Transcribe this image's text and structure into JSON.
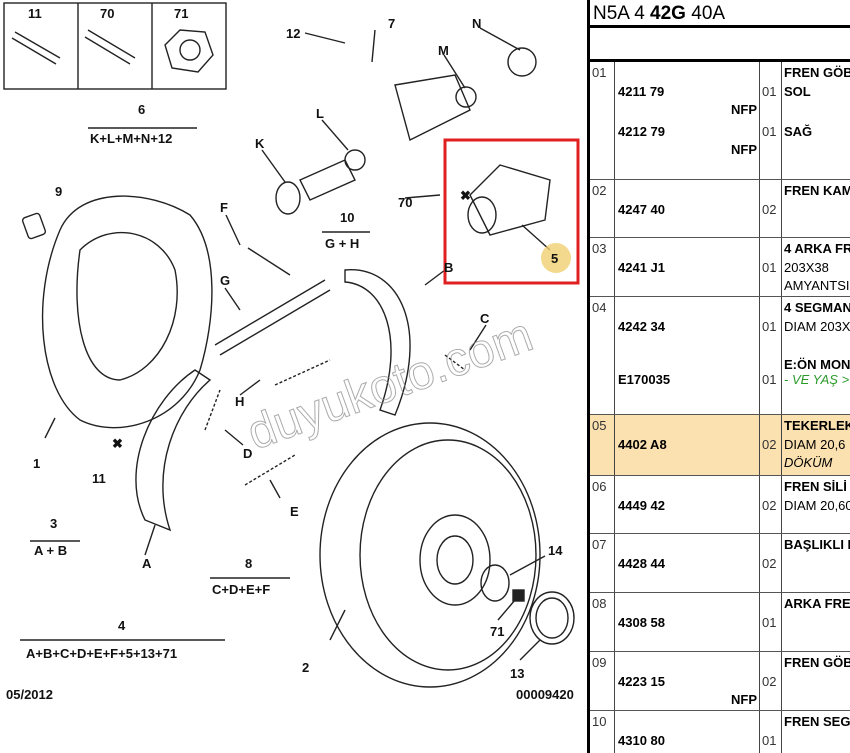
{
  "diagram": {
    "labels": {
      "l11": "11",
      "l70": "70",
      "l71": "71",
      "l6": "6",
      "kit6": "K+L+M+N+12",
      "l12": "12",
      "l7": "7",
      "lN": "N",
      "lM": "M",
      "lL": "L",
      "lK": "K",
      "l9": "9",
      "lF": "F",
      "l70b": "70",
      "l5": "5",
      "l10": "10",
      "kit10": "G + H",
      "lB": "B",
      "lG": "G",
      "lC": "C",
      "lH": "H",
      "lD": "D",
      "l1": "1",
      "l11b": "11",
      "lE": "E",
      "l3": "3",
      "kit3": "A + B",
      "lA": "A",
      "l8": "8",
      "kit8": "C+D+E+F",
      "l4": "4",
      "kit4": "A+B+C+D+E+F+5+13+71",
      "l14": "14",
      "l2": "2",
      "l71b": "71",
      "l13": "13"
    },
    "date": "05/2012",
    "code": "00009420",
    "watermark": "duyukoto.com",
    "highlight_color": "#e02020",
    "marker_color": "#f0d070"
  },
  "catalog": {
    "title_a": "N5A 4 ",
    "title_b": "42G",
    "title_c": " 40A",
    "rows": [
      {
        "ref": "01",
        "parts": [
          {
            "no": "4211 79",
            "nfp": "NFP",
            "qty": "01",
            "desc": "SOL"
          },
          {
            "no": "4212 79",
            "nfp": "NFP",
            "qty": "01",
            "desc": "SAĞ"
          }
        ],
        "title": "FREN GÖB"
      },
      {
        "ref": "02",
        "parts": [
          {
            "no": "4247 40",
            "qty": "02"
          }
        ],
        "title": "FREN KAM"
      },
      {
        "ref": "03",
        "parts": [
          {
            "no": "4241 J1",
            "qty": "01",
            "desc": "203X38"
          }
        ],
        "title": "4 ARKA FR",
        "extra": "AMYANTSI"
      },
      {
        "ref": "04",
        "parts": [
          {
            "no": "4242 34",
            "qty": "01",
            "desc": "DIAM 203X"
          },
          {
            "no": "E170035",
            "qty": "01",
            "desc": "- VE YAŞ >"
          }
        ],
        "title": "4 SEGMAN",
        "note": "E:ÖN MON"
      },
      {
        "ref": "05",
        "parts": [
          {
            "no": "4402 A8",
            "qty": "02",
            "desc": "DIAM 20,6"
          }
        ],
        "title": "TEKERLEK",
        "extra": "DÖKÜM"
      },
      {
        "ref": "06",
        "parts": [
          {
            "no": "4449 42",
            "qty": "02",
            "desc": "DIAM 20,60"
          }
        ],
        "title": "FREN SİLİ"
      },
      {
        "ref": "07",
        "parts": [
          {
            "no": "4428 44",
            "qty": "02"
          }
        ],
        "title": "BAŞLIKLI I"
      },
      {
        "ref": "08",
        "parts": [
          {
            "no": "4308 58",
            "qty": "01"
          }
        ],
        "title": "ARKA FRE"
      },
      {
        "ref": "09",
        "parts": [
          {
            "no": "4223 15",
            "nfp": "NFP",
            "qty": "02"
          }
        ],
        "title": "FREN GÖB"
      },
      {
        "ref": "10",
        "parts": [
          {
            "no": "4310 80",
            "qty": "01"
          }
        ],
        "title": "FREN SEG"
      }
    ]
  }
}
